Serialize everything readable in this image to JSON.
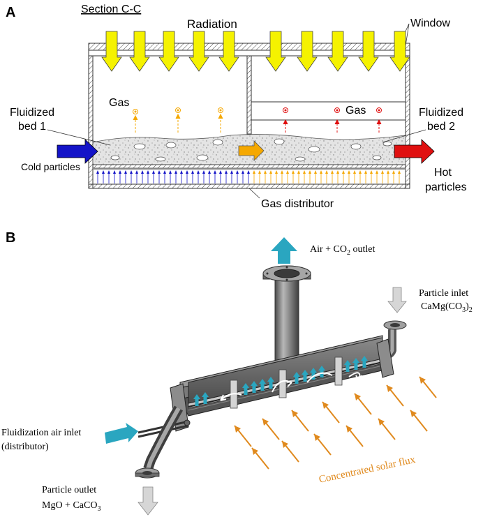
{
  "panel_a": {
    "letter": "A",
    "section_label": "Section C-C",
    "radiation": "Radiation",
    "window": "Window",
    "gas_left": "Gas",
    "gas_right": "Gas",
    "bed1_line1": "Fluidized",
    "bed1_line2": "bed 1",
    "bed2_line1": "Fluidized",
    "bed2_line2": "bed 2",
    "cold_particles": "Cold particles",
    "hot_line1": "Hot",
    "hot_line2": "particles",
    "gas_distributor": "Gas distributor"
  },
  "panel_b": {
    "letter": "B",
    "outlet_prefix": "Air + CO",
    "outlet_sub": "2",
    "outlet_suffix": " outlet",
    "inlet_line1": "Particle inlet",
    "inlet_formula": "CaMg(CO",
    "inlet_sub3": "3",
    "inlet_close": ")",
    "inlet_sub2": "2",
    "fluid_line1": "Fluidization air inlet",
    "fluid_line2": "(distributor)",
    "pout_line1": "Particle outlet",
    "pout_formula": "MgO + CaCO",
    "pout_sub": "3",
    "solar": "Concentrated solar flux"
  },
  "colors": {
    "radiation_yellow": "#f5f200",
    "cold_blue": "#1414c8",
    "hot_red": "#e01010",
    "mid_orange": "#f5a800",
    "teal": "#2aa6c0",
    "solar_orange": "#e08a1e",
    "steel": "#6e6e6e"
  },
  "icons": [
    "radiation-arrow",
    "cold-particle-arrow",
    "hot-particle-arrow",
    "air-outlet-arrow",
    "particle-inlet-arrow",
    "air-inlet-arrow",
    "particle-outlet-arrow",
    "solar-flux-arrow"
  ]
}
